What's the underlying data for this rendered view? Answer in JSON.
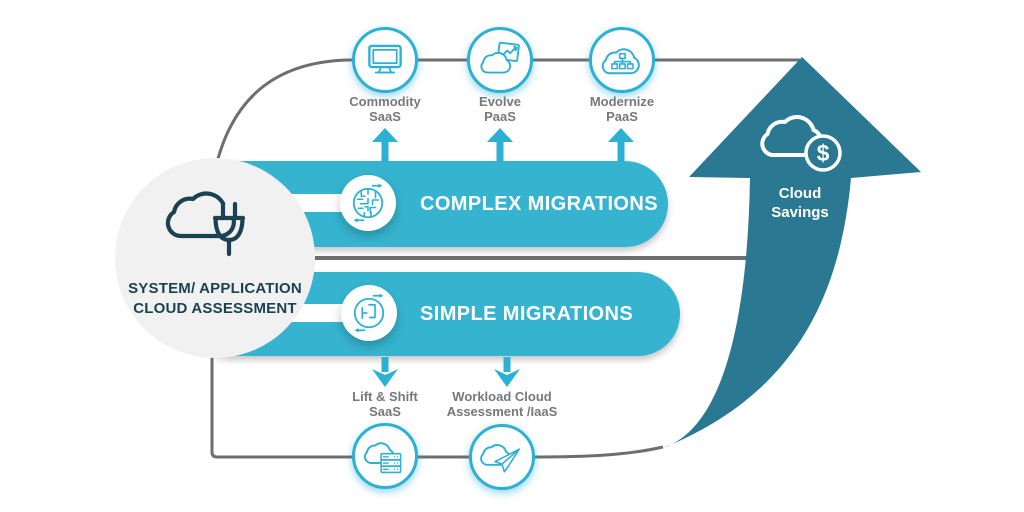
{
  "colors": {
    "bar_cyan": "#36b4cf",
    "accent_cyan": "#2cb0d3",
    "arrow_teal": "#2a7892",
    "line_gray": "#6d6e71",
    "label_gray": "#77787b",
    "dark_navy": "#1b4251",
    "circle_gray": "#f1f1f2"
  },
  "assessment": {
    "line1": "SYSTEM/ APPLICATION",
    "line2": "CLOUD ASSESSMENT",
    "icon": "cloud-plug-icon"
  },
  "lanes": [
    {
      "label": "COMPLEX MIGRATIONS",
      "icon": "maze-icon"
    },
    {
      "label": "SIMPLE MIGRATIONS",
      "icon": "simple-path-icon"
    }
  ],
  "top_outcomes": [
    {
      "line1": "Commodity",
      "line2": "SaaS",
      "icon": "monitor-icon"
    },
    {
      "line1": "Evolve",
      "line2": "PaaS",
      "icon": "cloud-growth-chart-icon"
    },
    {
      "line1": "Modernize",
      "line2": "PaaS",
      "icon": "cloud-network-icon"
    }
  ],
  "bottom_outcomes": [
    {
      "line1": "Lift & Shift",
      "line2": "SaaS",
      "icon": "cloud-server-icon"
    },
    {
      "line1": "Workload Cloud",
      "line2": "Assessment /IaaS",
      "icon": "cloud-paper-plane-icon"
    }
  ],
  "savings": {
    "line1": "Cloud",
    "line2": "Savings",
    "dollar": "$",
    "icon": "cloud-dollar-icon"
  }
}
